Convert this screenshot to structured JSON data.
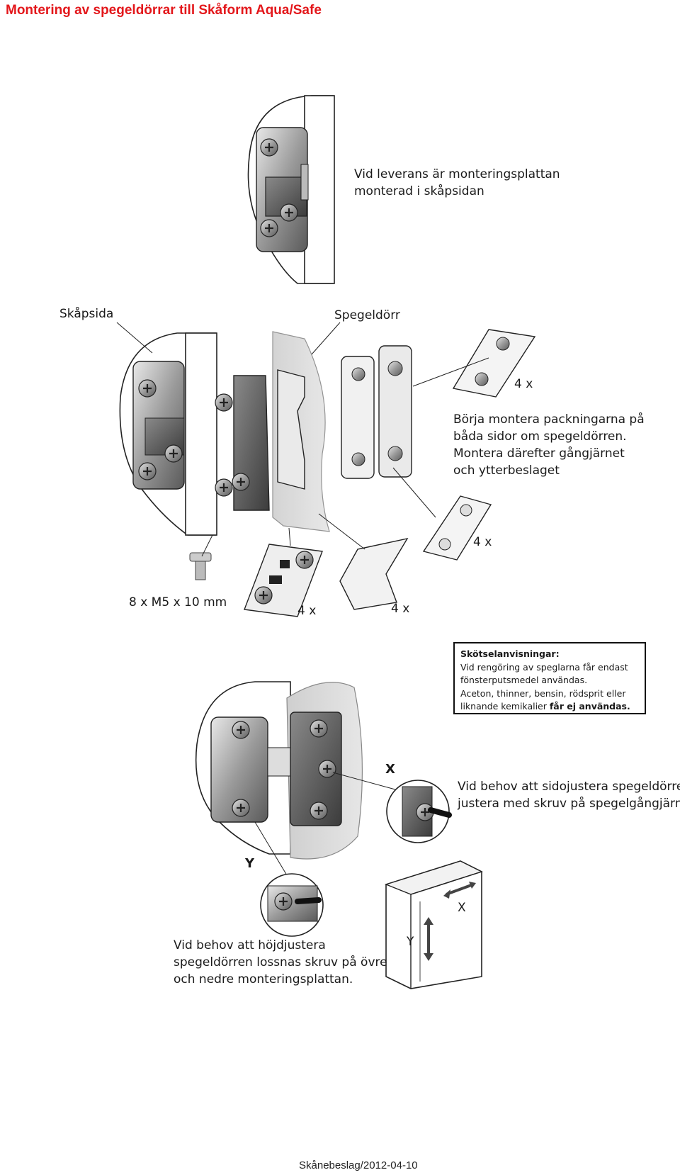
{
  "title": "Montering av spegeldörrar till Skåform Aqua/Safe",
  "delivery_note": [
    "Vid leverans är monteringsplattan",
    "monterad i skåpsidan"
  ],
  "label_cabinet_side": "Skåpsida",
  "label_mirror_door": "Spegeldörr",
  "qty_gasket_top": "4 x",
  "instruction_assembly": [
    "Börja montera packningarna på",
    "båda sidor om spegeldörren.",
    "Montera därefter gångjärnet",
    "och ytterbeslaget"
  ],
  "qty_outer_plate": "4 x",
  "screw_spec": "8 x M5 x 10 mm",
  "qty_hinge": "4 x",
  "qty_bracket": "4 x",
  "care": {
    "heading": "Skötselanvisningar:",
    "line1": "Vid rengöring av speglarna får endast",
    "line2": "fönsterputsmedel användas.",
    "line3": "Aceton, thinner, bensin, rödsprit eller",
    "line4_start": "liknande kemikalier ",
    "line4_bold": "får ej användas."
  },
  "marker_x": "X",
  "instruction_x": [
    "Vid behov att sidojustera spegeldörren,",
    "justera med skruv på spegelgångjärnet"
  ],
  "marker_y": "Y",
  "instruction_y": [
    "Vid behov att höjdjustera",
    "spegeldörren lossnas skruv på övre",
    "och nedre monteringsplattan."
  ],
  "cabinet_label_x": "X",
  "cabinet_label_y": "Y",
  "footer": "Skånebeslag/2012-04-10",
  "colors": {
    "title": "#e3171b",
    "line": "#222222",
    "metal_dark": "#6a6a6a",
    "metal_light": "#c9c9c9",
    "glass": "#d6d6d6"
  }
}
